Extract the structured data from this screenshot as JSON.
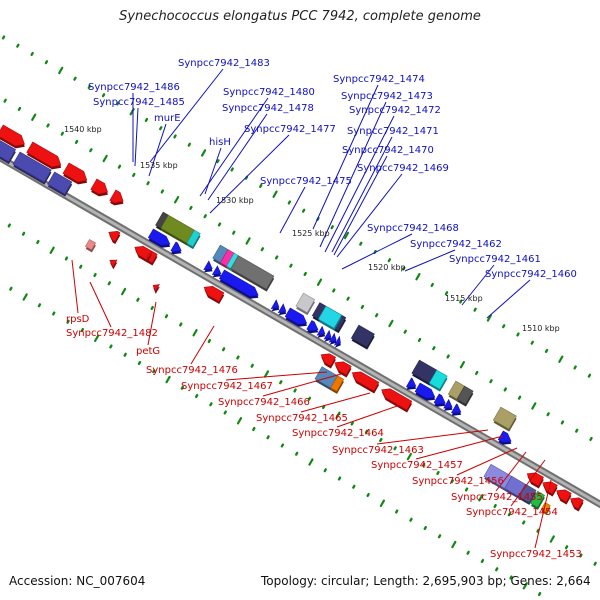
{
  "title": "Synechococcus elongatus PCC 7942, complete genome",
  "footer": {
    "accession": "Accession: NC_007604",
    "summary": "Topology: circular; Length: 2,695,903 bp; Genes: 2,664"
  },
  "colors": {
    "plus_label": "#1010c0",
    "minus_label": "#cc0000",
    "feature_red": "#ee1111",
    "feature_blue": "#1a1af0",
    "backbone": "#8a8a8a",
    "tick_green": "#118811"
  },
  "scale_labels": [
    "1540 kbp",
    "1535 kbp",
    "1530 kbp",
    "1525 kbp",
    "1520 kbp",
    "1515 kbp",
    "1510 kbp"
  ],
  "plus_strand_labels": [
    "Synpcc7942_1483",
    "Synpcc7942_1486",
    "Synpcc7942_1485",
    "murE",
    "Synpcc7942_1480",
    "Synpcc7942_1478",
    "hisH",
    "Synpcc7942_1477",
    "Synpcc7942_1475",
    "Synpcc7942_1474",
    "Synpcc7942_1473",
    "Synpcc7942_1472",
    "Synpcc7942_1471",
    "Synpcc7942_1470",
    "Synpcc7942_1469",
    "Synpcc7942_1468",
    "Synpcc7942_1462",
    "Synpcc7942_1461",
    "Synpcc7942_1460"
  ],
  "minus_strand_labels": [
    "rpsD",
    "Synpcc7942_1482",
    "petG",
    "Synpcc7942_1476",
    "Synpcc7942_1467",
    "Synpcc7942_1466",
    "Synpcc7942_1465",
    "Synpcc7942_1464",
    "Synpcc7942_1463",
    "Synpcc7942_1457",
    "Synpcc7942_1456",
    "Synpcc7942_1455",
    "Synpcc7942_1454",
    "Synpcc7942_1453"
  ]
}
